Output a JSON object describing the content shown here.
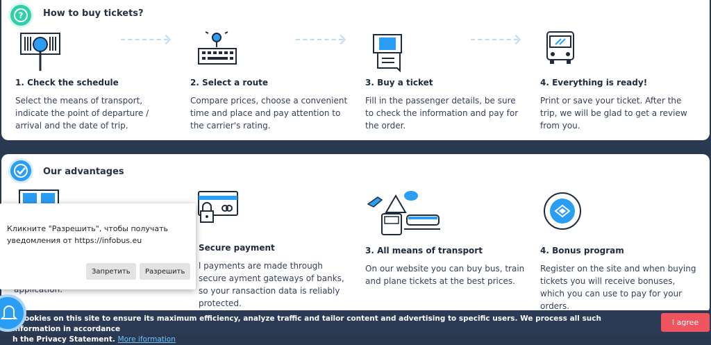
{
  "how_to_buy": {
    "title": "How to buy tickets?",
    "steps": [
      {
        "title": "1. Check the schedule",
        "text": "Select the means of transport, indicate the point of departure / arrival and the date of trip."
      },
      {
        "title": "2. Select a route",
        "text": "Compare prices, choose a convenient time and place and pay attention to the carrier's rating."
      },
      {
        "title": "3. Buy a ticket",
        "text": "Fill in the passenger details, be sure to check the information and pay for the order."
      },
      {
        "title": "4. Everything is ready!",
        "text": "Print or save your ticket. After the trip, we will be glad to get a review from you."
      }
    ]
  },
  "advantages": {
    "title": "Our advantages",
    "items": [
      {
        "title": "",
        "text": "application."
      },
      {
        "title": "Secure payment",
        "text": "l payments are made through secure ayment gateways of banks, so your ransaction data is reliably protected."
      },
      {
        "title": "3. All means of transport",
        "text": "On our website you can buy bus, train and plane tickets at the best prices."
      },
      {
        "title": "4. Bonus program",
        "text": "Register on the site and when buying tickets you will receive bonuses, which you can use to pay for your orders."
      }
    ]
  },
  "notification_popup": {
    "message": "Кликните \"Разрешить\", чтобы получать уведомления от https://infobus.eu",
    "deny_label": "Запретить",
    "allow_label": "Разрешить"
  },
  "cookie_banner": {
    "text_line1": "e cookies on this site to ensure its maximum efficiency, analyze traffic and tailor content and advertising to specific users. We process all such information in accordance",
    "text_line2": "h the Privacy Statement.",
    "link_label": "More iformation",
    "agree_label": "I agree"
  },
  "colors": {
    "accent_blue": "#2a9df4",
    "accent_green": "#2fd0a9",
    "agree_button": "#f0545f",
    "background_dark": "#2a3850"
  }
}
